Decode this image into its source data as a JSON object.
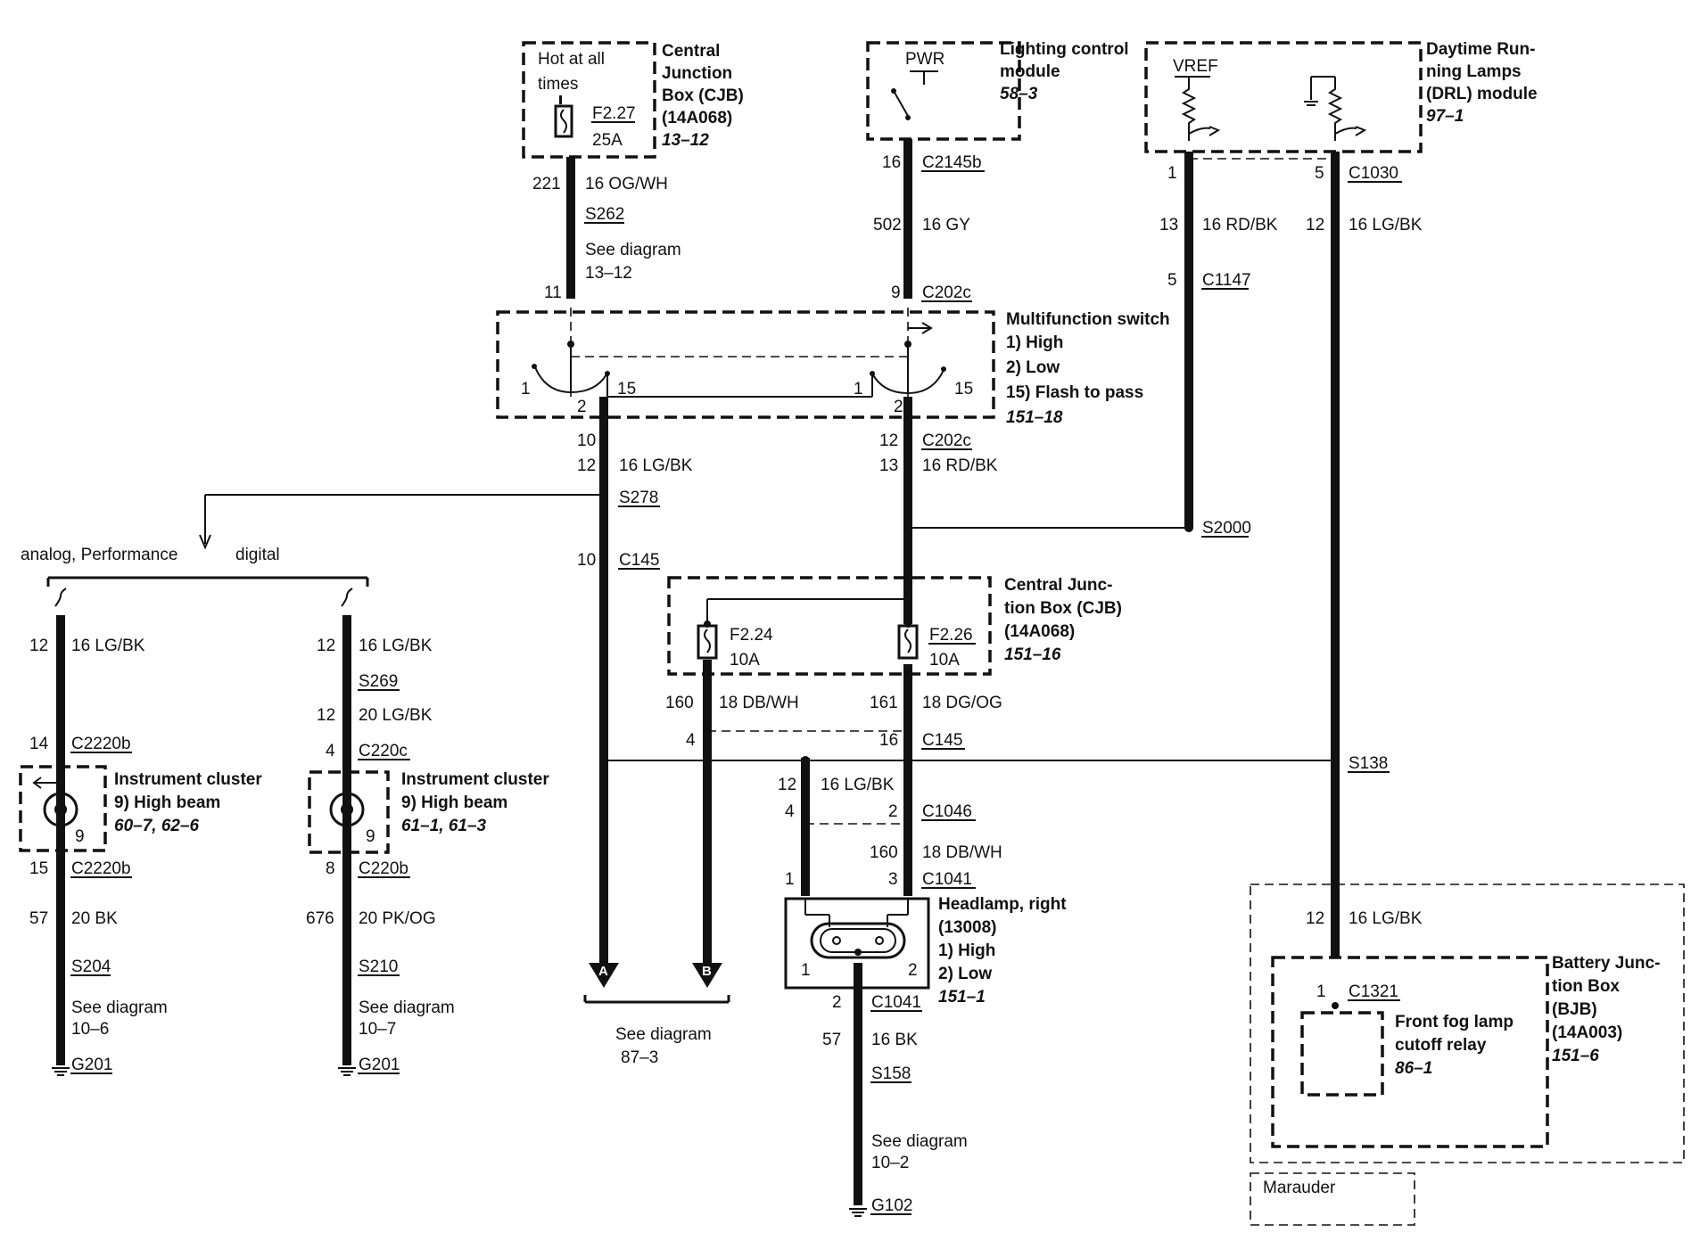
{
  "cjb_top": {
    "hot": [
      "Hot at all",
      "times"
    ],
    "fuse": "F2.27",
    "amps": "25A",
    "title": [
      "Central",
      "Junction",
      "Box (CJB)",
      "(14A068)"
    ],
    "ref": "13–12"
  },
  "lcm": {
    "pwr": "PWR",
    "title": [
      "Lighting control",
      "module"
    ],
    "ref": "58–3"
  },
  "drl": {
    "vref": "VREF",
    "title": [
      "Daytime Run-",
      "ning Lamps",
      "(DRL) module"
    ],
    "ref": "97–1"
  },
  "wire_labels": {
    "w221": "221",
    "w221_spec": "16 OG/WH",
    "s262": "S262",
    "see1312": [
      "See diagram",
      "13–12"
    ],
    "p11": "11",
    "c2145b": "C2145b",
    "p16": "16",
    "w502": "502",
    "w502_spec": "16 GY",
    "p9": "9",
    "c202c_a": "C202c",
    "c1030": "C1030",
    "p1": "1",
    "p5": "5",
    "w13": "13",
    "w13_spec": "16 RD/BK",
    "w12a": "12",
    "w12a_spec": "16 LG/BK",
    "c1147": "C1147",
    "p5b": "5",
    "s2000": "S2000"
  },
  "mfs": {
    "title": "Multifunction switch",
    "items": [
      "1)   High",
      "2)   Low",
      "15)  Flash to pass"
    ],
    "ref": "151–18",
    "pins": [
      "1",
      "2",
      "15",
      "1",
      "2",
      "15"
    ]
  },
  "below_switch": {
    "p10": "10",
    "c202c_b": "C202c",
    "p12a": "12",
    "p12b": "12",
    "spec_lgbk": "16 LG/BK",
    "p13": "13",
    "spec_rdbk": "16 RD/BK",
    "s278": "S278",
    "p10b": "10",
    "c145": "C145"
  },
  "branch": {
    "analog": "analog, Performance",
    "digital": "digital"
  },
  "left_cluster": {
    "p12": "12",
    "spec": "16 LG/BK",
    "p14": "14",
    "c2220b": "C2220b",
    "title": "Instrument cluster",
    "item": "9)   High beam",
    "ref": "60–7, 62–6",
    "pin9": "9",
    "p15": "15",
    "c2220b_b": "C2220b",
    "p57": "57",
    "spec57": "20 BK",
    "s204": "S204",
    "see": [
      "See diagram",
      "10–6"
    ],
    "g201": "G201"
  },
  "right_cluster": {
    "p12": "12",
    "spec": "16 LG/BK",
    "s269": "S269",
    "p12b": "12",
    "spec20": "20 LG/BK",
    "p4": "4",
    "c220c": "C220c",
    "title": "Instrument cluster",
    "item": "9)   High beam",
    "ref": "61–1, 61–3",
    "pin9": "9",
    "p8": "8",
    "c220b": "C220b",
    "p676": "676",
    "spec676": "20 PK/OG",
    "s210": "S210",
    "see": [
      "See diagram",
      "10–7"
    ],
    "g201": "G201"
  },
  "cjb_mid": {
    "f224": "F2.24",
    "a224": "10A",
    "f226": "F2.26",
    "a226": "10A",
    "title": [
      "Central Junc-",
      "tion Box (CJB)",
      "(14A068)"
    ],
    "ref": "151–16",
    "p160": "160",
    "spec160": "18 DB/WH",
    "p161": "161",
    "spec161": "18 DG/OG",
    "p4": "4",
    "p16": "16",
    "c145": "C145",
    "s138": "S138"
  },
  "headlamp": {
    "p12": "12",
    "spec12": "16 LG/BK",
    "p4": "4",
    "p2": "2",
    "c1046": "C1046",
    "p160": "160",
    "spec160": "18 DB/WH",
    "p1": "1",
    "p3": "3",
    "c1041": "C1041",
    "title": [
      "Headlamp, right",
      "(13008)"
    ],
    "items": [
      "1)    High",
      "2)    Low"
    ],
    "ref": "151–1",
    "pin1": "1",
    "pin2": "2",
    "p2b": "2",
    "c1041b": "C1041",
    "p57": "57",
    "spec57": "16 BK",
    "s158": "S158",
    "see": [
      "See diagram",
      "10–2"
    ],
    "g102": "G102"
  },
  "connectors": {
    "a": "A",
    "b": "B",
    "see": [
      "See diagram",
      "87–3"
    ]
  },
  "bjb": {
    "p12": "12",
    "spec": "16 LG/BK",
    "p1": "1",
    "c1321": "C1321",
    "relay": [
      "Front fog lamp",
      "cutoff relay"
    ],
    "relay_ref": "86–1",
    "title": [
      "Battery Junc-",
      "tion Box",
      "(BJB)",
      "(14A003)"
    ],
    "ref": "151–6",
    "marauder": "Marauder"
  }
}
